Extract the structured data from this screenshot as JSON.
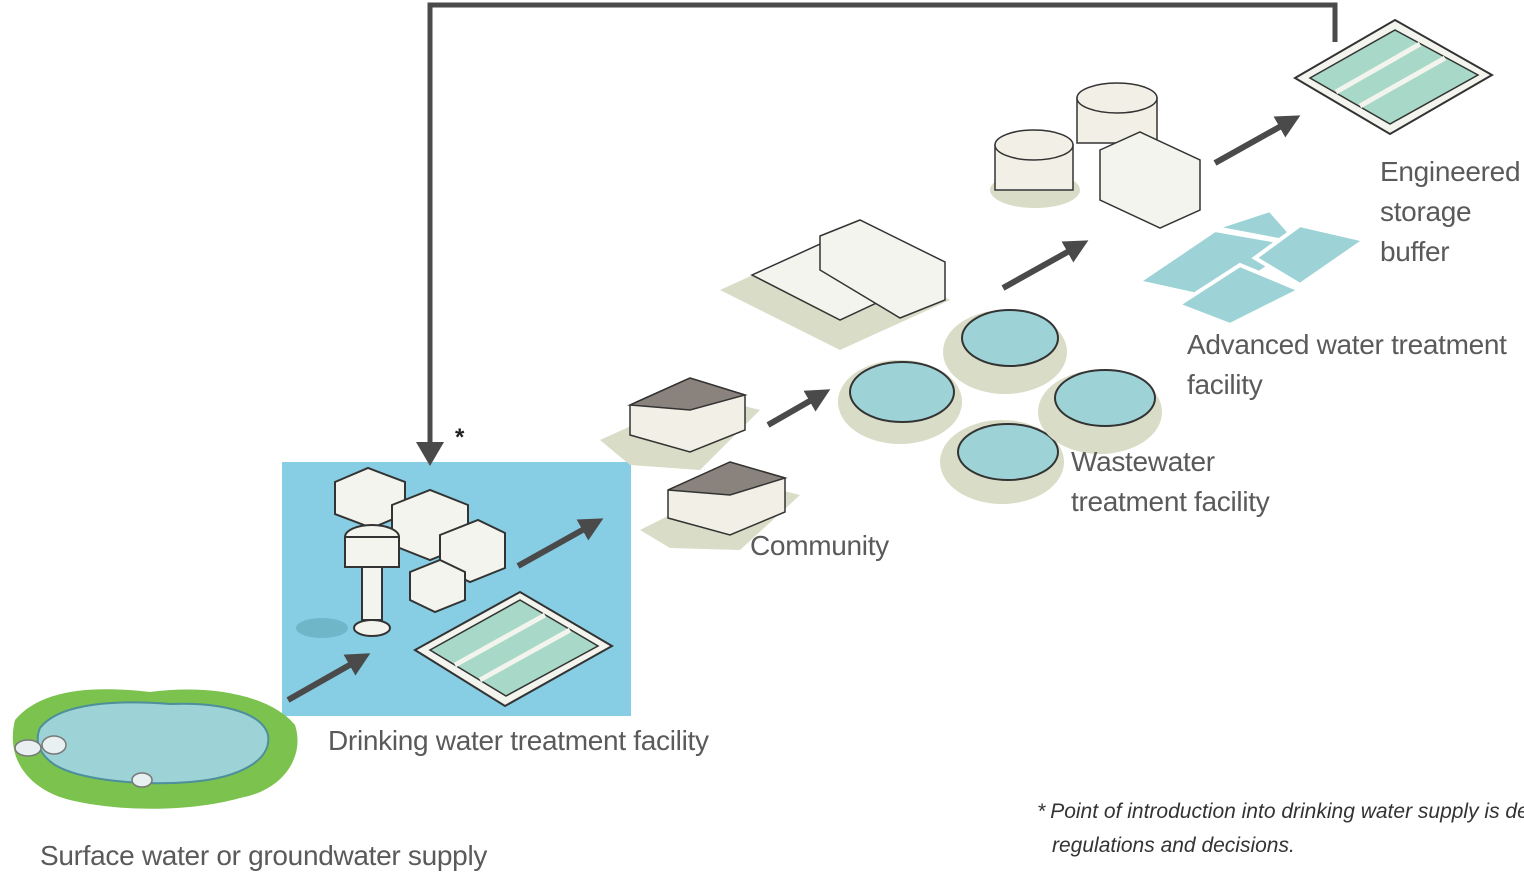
{
  "labels": {
    "surface_water": "Surface water or groundwater supply",
    "drinking_water": "Drinking water treatment facility",
    "community": "Community",
    "wastewater_line1": "Wastewater",
    "wastewater_line2": "treatment facility",
    "advanced_line1": "Advanced water treatment",
    "advanced_line2": "facility",
    "storage_line1": "Engineered",
    "storage_line2": "storage",
    "storage_line3": "buffer"
  },
  "marker": "*",
  "footnote": {
    "mark": "*",
    "line1": "Point of introduction into drinking water supply is dep",
    "line2": "regulations and decisions."
  },
  "colors": {
    "highlight_box": "#87cde3",
    "water": "#9dd3d6",
    "grass": "#7cc24e",
    "arrow": "#4a4a4a",
    "label_text": "#5a5a5a",
    "building_shadow": "#d9dcc6"
  }
}
